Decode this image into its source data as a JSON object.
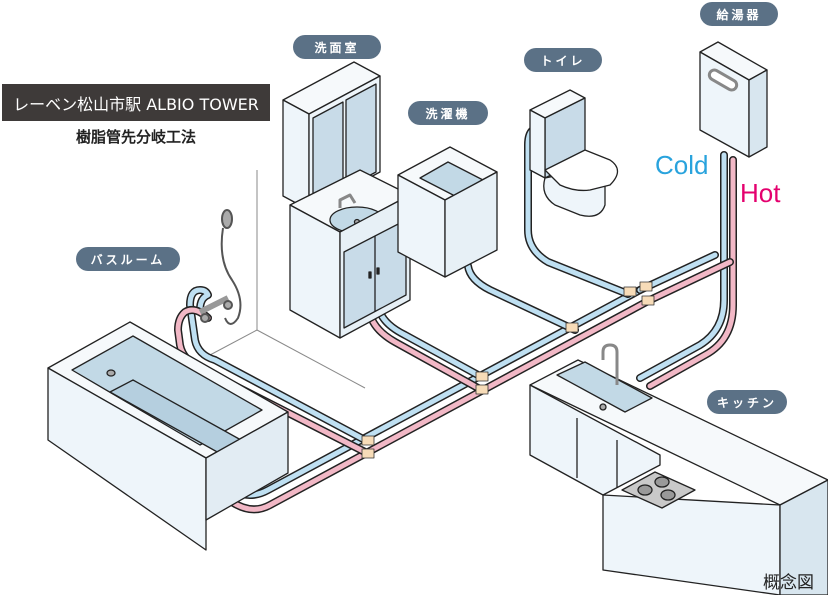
{
  "header": {
    "title": "レーベン松山市駅 ALBIO TOWER",
    "subtitle": "樹脂管先分岐工法"
  },
  "rooms": {
    "washroom": "洗面室",
    "washing_machine": "洗濯機",
    "toilet": "トイレ",
    "water_heater": "給湯器",
    "bathroom": "バスルーム",
    "kitchen": "キッチン"
  },
  "legend": {
    "cold": "Cold",
    "hot": "Hot"
  },
  "colors": {
    "cold_pipe": "#bfe0f2",
    "hot_pipe": "#f2b8c6",
    "cold_text": "#29a3dd",
    "hot_text": "#e4006e",
    "fixture_fill": "#eef5fa",
    "water_fill": "#c2d9e6",
    "fitting_fill": "#f7dcb8",
    "label_bg": "#5b7186",
    "title_bg": "#3e3a39"
  },
  "note": "概念図"
}
